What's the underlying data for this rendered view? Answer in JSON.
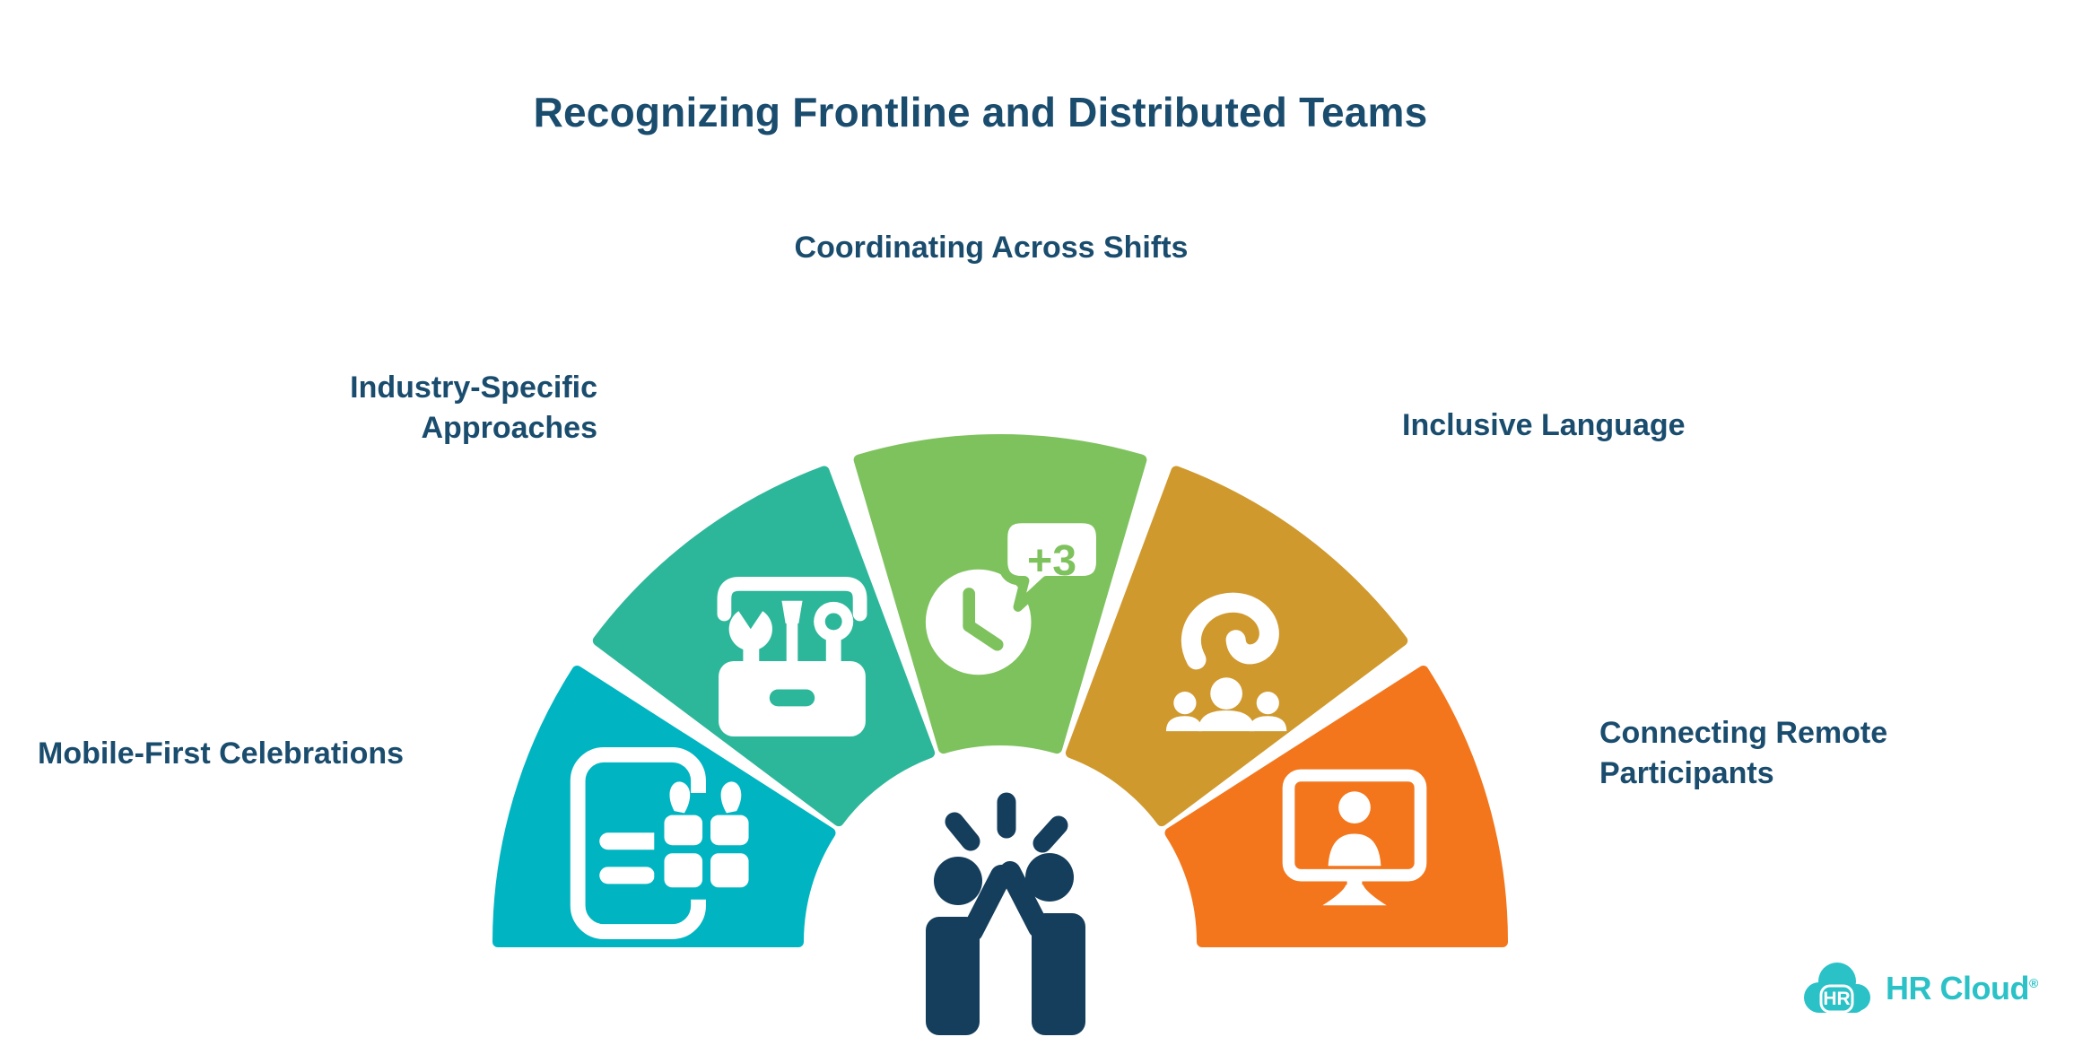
{
  "title": "Recognizing Frontline and Distributed Teams",
  "colors": {
    "background": "#ffffff",
    "title_text": "#1a4c6e",
    "label_text": "#1a4c6e",
    "center_icon": "#153e5c",
    "icon_white": "#ffffff"
  },
  "segments": [
    {
      "label": "Mobile-First Celebrations",
      "color": "#00b5c1",
      "icon": "phone-gift-icon"
    },
    {
      "label": "Industry-Specific\nApproaches",
      "color": "#2db79a",
      "icon": "toolbox-icon"
    },
    {
      "label": "Coordinating Across Shifts",
      "color": "#7ec25e",
      "icon": "clock-plus3-icon",
      "icon_text": "+3"
    },
    {
      "label": "Inclusive Language",
      "color": "#d0992e",
      "icon": "hand-people-icon"
    },
    {
      "label": "Connecting Remote\nParticipants",
      "color": "#f3761c",
      "icon": "monitor-person-icon"
    }
  ],
  "center": {
    "icon": "high-five-icon"
  },
  "logo": {
    "badge": "HR",
    "name": "HR Cloud",
    "registered": "®",
    "color": "#2ac1c7"
  }
}
